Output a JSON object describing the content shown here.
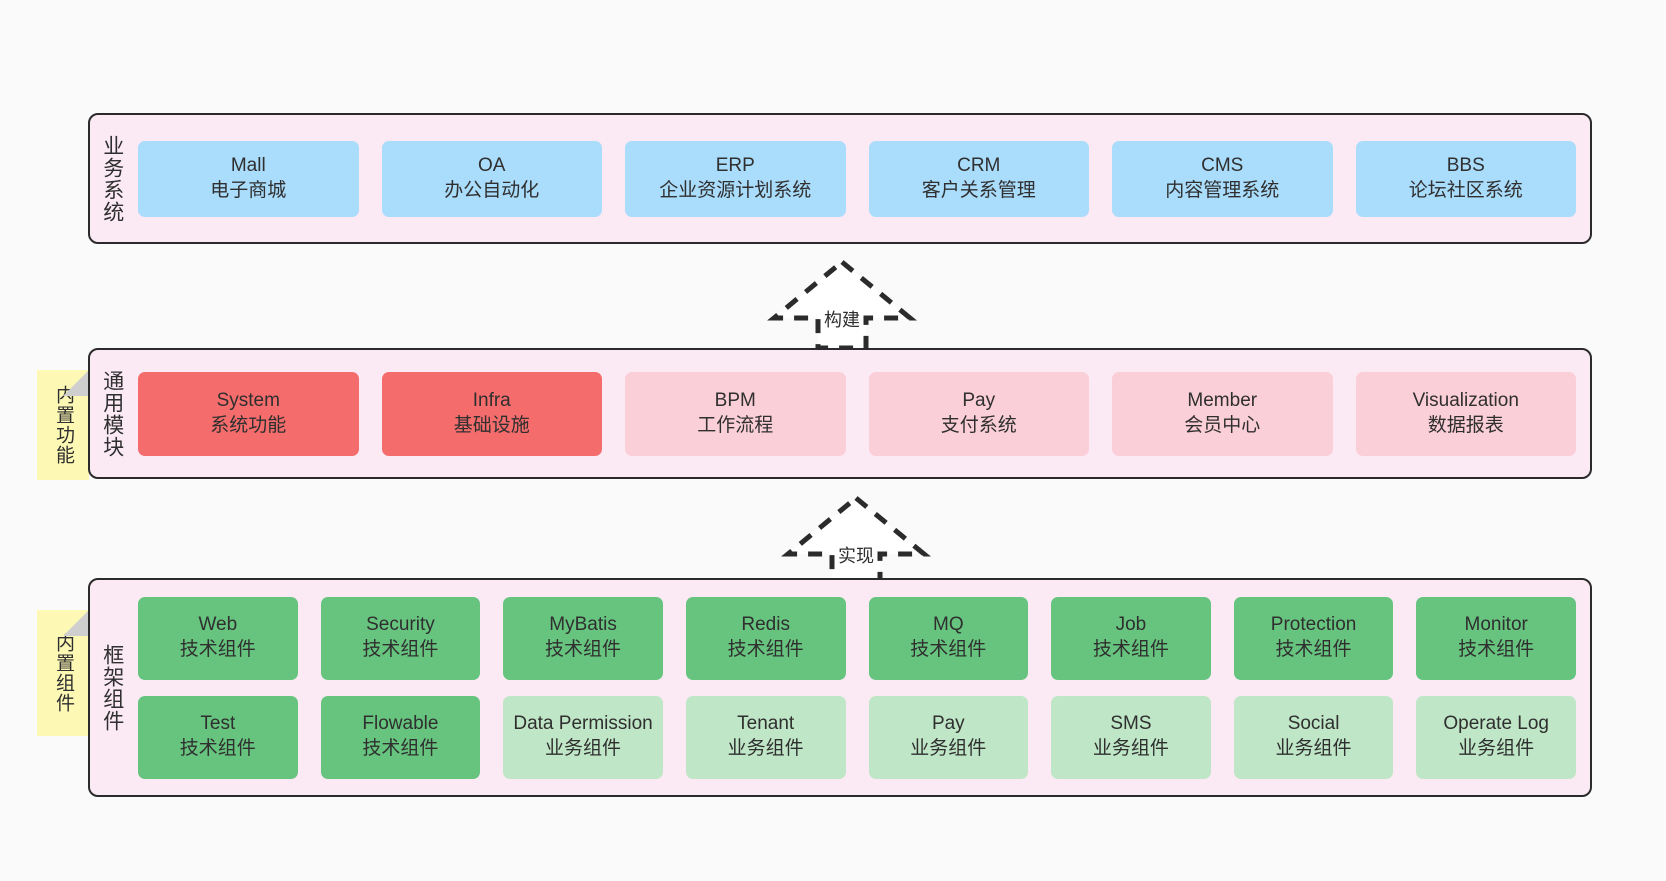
{
  "diagram": {
    "background": "#fafafa",
    "layer_fill": "#fbeaf4",
    "layer_border": "#2b2b2b",
    "note_fill": "#fdf9b5",
    "note_fold": "#cfcfcf",
    "colors": {
      "business": "#aadcfb",
      "common_active": "#f56c6c",
      "common_plain": "#fbcfd8",
      "tech_component": "#67c47f",
      "biz_component": "#bfe6c6"
    }
  },
  "layers": {
    "business": {
      "title": "业务系统",
      "items": [
        {
          "name": "Mall",
          "desc": "电子商城"
        },
        {
          "name": "OA",
          "desc": "办公自动化"
        },
        {
          "name": "ERP",
          "desc": "企业资源计划系统"
        },
        {
          "name": "CRM",
          "desc": "客户关系管理"
        },
        {
          "name": "CMS",
          "desc": "内容管理系统"
        },
        {
          "name": "BBS",
          "desc": "论坛社区系统"
        }
      ]
    },
    "common": {
      "title": "通用模块",
      "note": "内置功能",
      "items": [
        {
          "name": "System",
          "desc": "系统功能",
          "style": "active"
        },
        {
          "name": "Infra",
          "desc": "基础设施",
          "style": "active"
        },
        {
          "name": "BPM",
          "desc": "工作流程",
          "style": "plain"
        },
        {
          "name": "Pay",
          "desc": "支付系统",
          "style": "plain"
        },
        {
          "name": "Member",
          "desc": "会员中心",
          "style": "plain"
        },
        {
          "name": "Visualization",
          "desc": "数据报表",
          "style": "plain"
        }
      ]
    },
    "framework": {
      "title": "框架组件",
      "note": "内置组件",
      "row1": [
        {
          "name": "Web",
          "desc": "技术组件"
        },
        {
          "name": "Security",
          "desc": "技术组件"
        },
        {
          "name": "MyBatis",
          "desc": "技术组件"
        },
        {
          "name": "Redis",
          "desc": "技术组件"
        },
        {
          "name": "MQ",
          "desc": "技术组件"
        },
        {
          "name": "Job",
          "desc": "技术组件"
        },
        {
          "name": "Protection",
          "desc": "技术组件"
        },
        {
          "name": "Monitor",
          "desc": "技术组件"
        }
      ],
      "row2": [
        {
          "name": "Test",
          "desc": "技术组件",
          "style": "tech"
        },
        {
          "name": "Flowable",
          "desc": "技术组件",
          "style": "tech"
        },
        {
          "name": "Data Permission",
          "desc": "业务组件",
          "style": "biz"
        },
        {
          "name": "Tenant",
          "desc": "业务组件",
          "style": "biz"
        },
        {
          "name": "Pay",
          "desc": "业务组件",
          "style": "biz"
        },
        {
          "name": "SMS",
          "desc": "业务组件",
          "style": "biz"
        },
        {
          "name": "Social",
          "desc": "业务组件",
          "style": "biz"
        },
        {
          "name": "Operate Log",
          "desc": "业务组件",
          "style": "biz"
        }
      ]
    }
  },
  "arrows": [
    {
      "id": "build",
      "label": "构建",
      "from": "common",
      "to": "business",
      "style": "dashed-generalization"
    },
    {
      "id": "implement",
      "label": "实现",
      "from": "framework",
      "to": "common",
      "style": "dashed-generalization"
    }
  ]
}
